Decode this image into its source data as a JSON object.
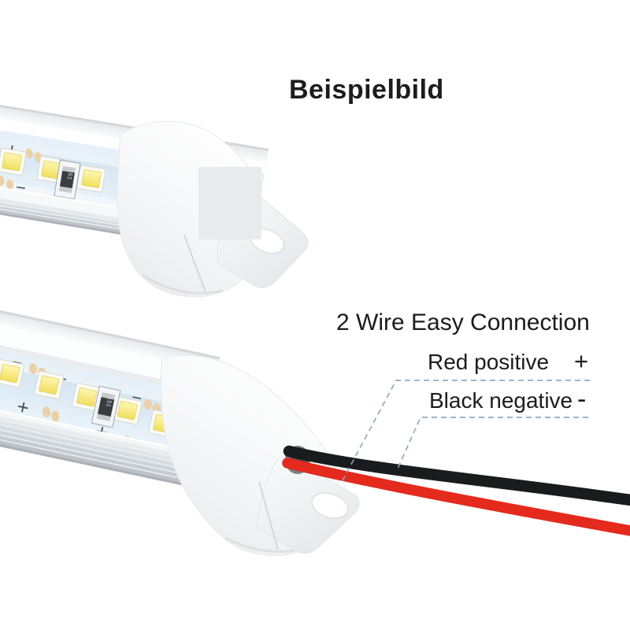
{
  "title": "Beispielbild",
  "annotations": {
    "heading": "2 Wire Easy Connection",
    "red": {
      "label": "Red positive",
      "symbol": "+"
    },
    "black": {
      "label": "Black negative",
      "symbol": "-"
    }
  },
  "components": {
    "resistor_label": "151",
    "pcb_plus": "+",
    "pcb_minus": "−"
  },
  "colors": {
    "wire_red": "#e42a1d",
    "wire_black": "#1a1b1d",
    "leader_line": "#86a6c0",
    "pcb_blue": "#d6e5f3",
    "led_yellow": "#f7e878",
    "text": "#1c1c1c"
  }
}
